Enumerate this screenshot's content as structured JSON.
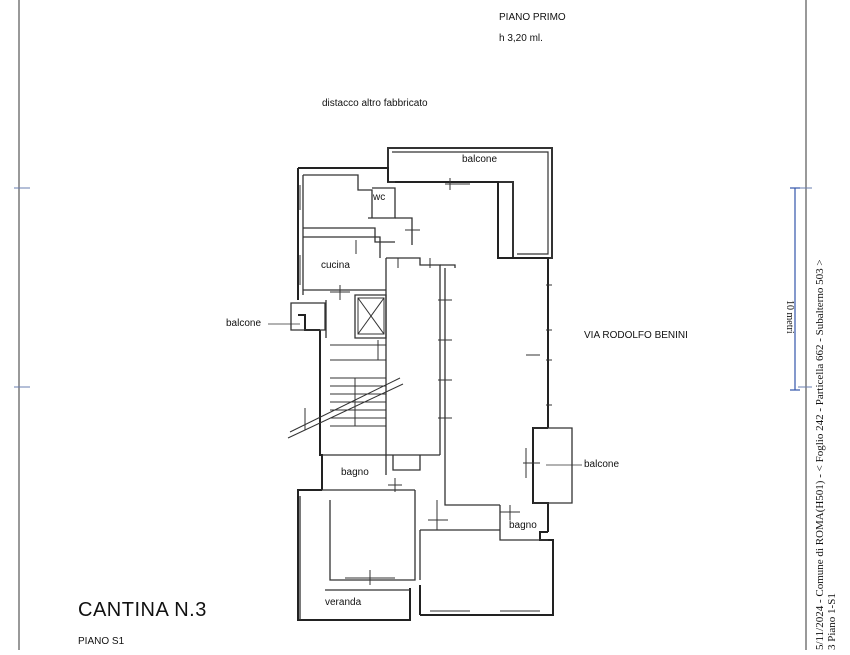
{
  "header": {
    "title": "PIANO PRIMO",
    "height": "h  3,20 ml."
  },
  "neighbor_label": "distacco altro fabbricato",
  "street_label": "VIA RODOLFO BENINI",
  "rooms": {
    "balcone_top": "balcone",
    "wc": "wc",
    "cucina": "cucina",
    "balcone_left": "balcone",
    "balcone_right": "balcone",
    "bagno_left": "bagno",
    "bagno_right": "bagno",
    "veranda": "veranda"
  },
  "footer": {
    "title": "CANTINA N.3",
    "subtitle": "PIANO S1"
  },
  "side": {
    "cadastral_ref": "5/11/2024 - Comune di ROMA(H501) - < Foglio 242 - Particella 662 - Subalterno 503 >",
    "cadastral_ref_2": "3 Piano 1-S1",
    "scale": "10 metri"
  }
}
